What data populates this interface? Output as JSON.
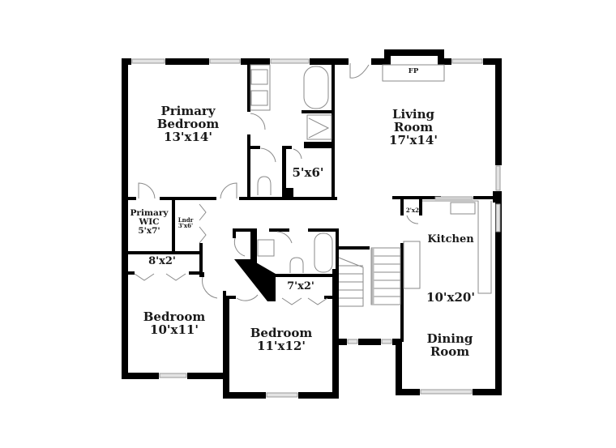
{
  "floorplan": {
    "colors": {
      "wall": "#000000",
      "window": "#d9d9d9",
      "fixture": "#8a8a8a",
      "background": "#ffffff",
      "text": "#1a1a1a"
    },
    "rooms": {
      "primary_bedroom": {
        "name_line1": "Primary",
        "name_line2": "Bedroom",
        "size": "13'x14'"
      },
      "primary_bath_closet": {
        "size": "5'x6'"
      },
      "living_room": {
        "name_line1": "Living",
        "name_line2": "Room",
        "size": "17'x14'"
      },
      "fireplace": {
        "label": "FP"
      },
      "primary_wic": {
        "name_line1": "Primary",
        "name_line2": "WIC",
        "size": "5'x7'"
      },
      "laundry": {
        "name": "Lndr",
        "size": "3'x6'"
      },
      "closet_8x2": {
        "size": "8'x2'"
      },
      "closet_7x2": {
        "size": "7'x2'"
      },
      "pantry": {
        "size": "2'x2'"
      },
      "kitchen": {
        "name": "Kitchen"
      },
      "kitchen_dining_size": {
        "size": "10'x20'"
      },
      "dining_room": {
        "name_line1": "Dining",
        "name_line2": "Room"
      },
      "bedroom_2": {
        "name": "Bedroom",
        "size": "10'x11'"
      },
      "bedroom_3": {
        "name": "Bedroom",
        "size": "11'x12'"
      }
    }
  }
}
